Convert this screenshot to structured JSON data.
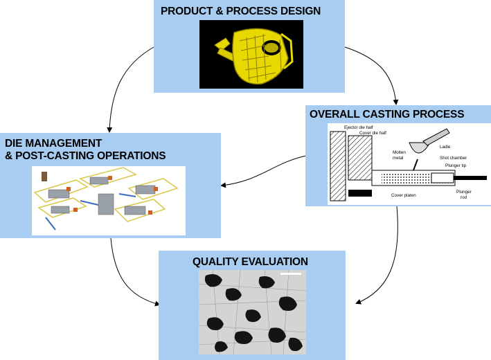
{
  "panels": {
    "product": {
      "title": "PRODUCT & PROCESS DESIGN"
    },
    "casting": {
      "title": "OVERALL CASTING PROCESS",
      "labels": {
        "ejector": "Ejector die half",
        "cover": "Cover die half",
        "ladle": "Ladle",
        "molten": "Molten",
        "metal": "metal",
        "shot": "Shot chamber",
        "tip": "Plunger tip",
        "platen": "Cover platen",
        "plunger": "Plunger",
        "rod": "rod"
      }
    },
    "die": {
      "title_line1": "DIE MANAGEMENT",
      "title_line2": "& POST-CASTING OPERATIONS"
    },
    "quality": {
      "title": "QUALITY EVALUATION"
    }
  },
  "colors": {
    "panel": "#a9cdf0",
    "arrow": "#000000",
    "part": "#e6d800"
  }
}
